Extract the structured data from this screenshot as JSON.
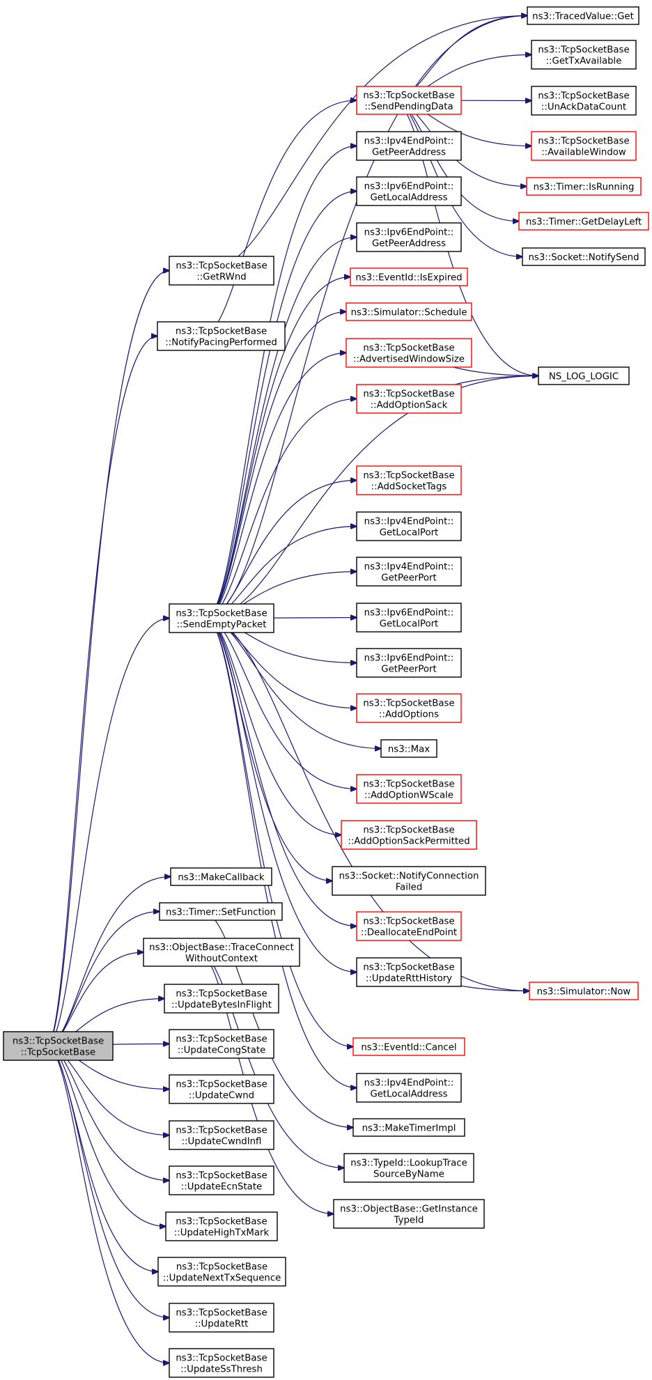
{
  "colors": {
    "edge": "#191970",
    "red_border": "#ff0000",
    "root_fill": "#bfbfbf"
  },
  "nodes": [
    {
      "id": "root",
      "lines": [
        "ns3::TcpSocketBase",
        "::TcpSocketBase"
      ],
      "style": "root"
    },
    {
      "id": "getrwnd",
      "lines": [
        "ns3::TcpSocketBase",
        "::GetRWnd"
      ],
      "style": "black"
    },
    {
      "id": "notifypacing",
      "lines": [
        "ns3::TcpSocketBase",
        "::NotifyPacingPerformed"
      ],
      "style": "black"
    },
    {
      "id": "sendempty",
      "lines": [
        "ns3::TcpSocketBase",
        "::SendEmptyPacket"
      ],
      "style": "black"
    },
    {
      "id": "makecallback",
      "lines": [
        "ns3::MakeCallback"
      ],
      "style": "black"
    },
    {
      "id": "timersetfunction",
      "lines": [
        "ns3::Timer::SetFunction"
      ],
      "style": "black"
    },
    {
      "id": "traceconnect",
      "lines": [
        "ns3::ObjectBase::TraceConnect",
        "WithoutContext"
      ],
      "style": "black"
    },
    {
      "id": "updatebytes",
      "lines": [
        "ns3::TcpSocketBase",
        "::UpdateBytesInFlight"
      ],
      "style": "black"
    },
    {
      "id": "updatecong",
      "lines": [
        "ns3::TcpSocketBase",
        "::UpdateCongState"
      ],
      "style": "black"
    },
    {
      "id": "updatecwnd",
      "lines": [
        "ns3::TcpSocketBase",
        "::UpdateCwnd"
      ],
      "style": "black"
    },
    {
      "id": "updatecwndinfl",
      "lines": [
        "ns3::TcpSocketBase",
        "::UpdateCwndInfl"
      ],
      "style": "black"
    },
    {
      "id": "updateecn",
      "lines": [
        "ns3::TcpSocketBase",
        "::UpdateEcnState"
      ],
      "style": "black"
    },
    {
      "id": "updatehightx",
      "lines": [
        "ns3::TcpSocketBase",
        "::UpdateHighTxMark"
      ],
      "style": "black"
    },
    {
      "id": "updatenexttx",
      "lines": [
        "ns3::TcpSocketBase",
        "::UpdateNextTxSequence"
      ],
      "style": "black"
    },
    {
      "id": "updatertt",
      "lines": [
        "ns3::TcpSocketBase",
        "::UpdateRtt"
      ],
      "style": "black"
    },
    {
      "id": "updatessthresh",
      "lines": [
        "ns3::TcpSocketBase",
        "::UpdateSsThresh"
      ],
      "style": "black"
    },
    {
      "id": "tracedvalueget",
      "lines": [
        "ns3::TracedValue::Get"
      ],
      "style": "black"
    },
    {
      "id": "sendpending",
      "lines": [
        "ns3::TcpSocketBase",
        "::SendPendingData"
      ],
      "style": "red"
    },
    {
      "id": "ipv4getpeeraddr",
      "lines": [
        "ns3::Ipv4EndPoint::",
        "GetPeerAddress"
      ],
      "style": "black"
    },
    {
      "id": "ipv6getlocaladdr",
      "lines": [
        "ns3::Ipv6EndPoint::",
        "GetLocalAddress"
      ],
      "style": "black"
    },
    {
      "id": "ipv6getpeeraddr",
      "lines": [
        "ns3::Ipv6EndPoint::",
        "GetPeerAddress"
      ],
      "style": "black"
    },
    {
      "id": "eventisexpired",
      "lines": [
        "ns3::EventId::IsExpired"
      ],
      "style": "red"
    },
    {
      "id": "simschedule",
      "lines": [
        "ns3::Simulator::Schedule"
      ],
      "style": "red"
    },
    {
      "id": "advwindow",
      "lines": [
        "ns3::TcpSocketBase",
        "::AdvertisedWindowSize"
      ],
      "style": "red"
    },
    {
      "id": "addoptionsack",
      "lines": [
        "ns3::TcpSocketBase",
        "::AddOptionSack"
      ],
      "style": "red"
    },
    {
      "id": "addsockettags",
      "lines": [
        "ns3::TcpSocketBase",
        "::AddSocketTags"
      ],
      "style": "red"
    },
    {
      "id": "ipv4getlocalport",
      "lines": [
        "ns3::Ipv4EndPoint::",
        "GetLocalPort"
      ],
      "style": "black"
    },
    {
      "id": "ipv4getpeerport",
      "lines": [
        "ns3::Ipv4EndPoint::",
        "GetPeerPort"
      ],
      "style": "black"
    },
    {
      "id": "ipv6getlocalport",
      "lines": [
        "ns3::Ipv6EndPoint::",
        "GetLocalPort"
      ],
      "style": "black"
    },
    {
      "id": "ipv6getpeerport",
      "lines": [
        "ns3::Ipv6EndPoint::",
        "GetPeerPort"
      ],
      "style": "black"
    },
    {
      "id": "addoptions",
      "lines": [
        "ns3::TcpSocketBase",
        "::AddOptions"
      ],
      "style": "red"
    },
    {
      "id": "max",
      "lines": [
        "ns3::Max"
      ],
      "style": "black"
    },
    {
      "id": "addoptionwscale",
      "lines": [
        "ns3::TcpSocketBase",
        "::AddOptionWScale"
      ],
      "style": "red"
    },
    {
      "id": "addoptionsackperm",
      "lines": [
        "ns3::TcpSocketBase",
        "::AddOptionSackPermitted"
      ],
      "style": "red"
    },
    {
      "id": "notifyconnfailed",
      "lines": [
        "ns3::Socket::NotifyConnection",
        "Failed"
      ],
      "style": "black"
    },
    {
      "id": "deallocate",
      "lines": [
        "ns3::TcpSocketBase",
        "::DeallocateEndPoint"
      ],
      "style": "red"
    },
    {
      "id": "updaterttHistory",
      "lines": [
        "ns3::TcpSocketBase",
        "::UpdateRttHistory"
      ],
      "style": "black"
    },
    {
      "id": "eventcancel",
      "lines": [
        "ns3::EventId::Cancel"
      ],
      "style": "red"
    },
    {
      "id": "ipv4getlocaladdr",
      "lines": [
        "ns3::Ipv4EndPoint::",
        "GetLocalAddress"
      ],
      "style": "black"
    },
    {
      "id": "maketimerimpl",
      "lines": [
        "ns3::MakeTimerImpl"
      ],
      "style": "black"
    },
    {
      "id": "lookuptrace",
      "lines": [
        "ns3::TypeId::LookupTrace",
        "SourceByName"
      ],
      "style": "black"
    },
    {
      "id": "getinstancetypeid",
      "lines": [
        "ns3::ObjectBase::GetInstance",
        "TypeId"
      ],
      "style": "black"
    },
    {
      "id": "gettxavailable",
      "lines": [
        "ns3::TcpSocketBase",
        "::GetTxAvailable"
      ],
      "style": "black"
    },
    {
      "id": "unackdatacount",
      "lines": [
        "ns3::TcpSocketBase",
        "::UnAckDataCount"
      ],
      "style": "black"
    },
    {
      "id": "availablewindow",
      "lines": [
        "ns3::TcpSocketBase",
        "::AvailableWindow"
      ],
      "style": "red"
    },
    {
      "id": "timerisrunning",
      "lines": [
        "ns3::Timer::IsRunning"
      ],
      "style": "red"
    },
    {
      "id": "timergetdelayleft",
      "lines": [
        "ns3::Timer::GetDelayLeft"
      ],
      "style": "red"
    },
    {
      "id": "socketnotifysend",
      "lines": [
        "ns3::Socket::NotifySend"
      ],
      "style": "black"
    },
    {
      "id": "nsloglogic",
      "lines": [
        "NS_LOG_LOGIC"
      ],
      "style": "black"
    },
    {
      "id": "simnow",
      "lines": [
        "ns3::Simulator::Now"
      ],
      "style": "red"
    }
  ],
  "edges": [
    [
      "root",
      "getrwnd"
    ],
    [
      "root",
      "notifypacing"
    ],
    [
      "root",
      "sendempty"
    ],
    [
      "root",
      "makecallback"
    ],
    [
      "root",
      "timersetfunction"
    ],
    [
      "root",
      "traceconnect"
    ],
    [
      "root",
      "updatebytes"
    ],
    [
      "root",
      "updatecong"
    ],
    [
      "root",
      "updatecwnd"
    ],
    [
      "root",
      "updatecwndinfl"
    ],
    [
      "root",
      "updateecn"
    ],
    [
      "root",
      "updatehightx"
    ],
    [
      "root",
      "updatenexttx"
    ],
    [
      "root",
      "updatertt"
    ],
    [
      "root",
      "updatessthresh"
    ],
    [
      "getrwnd",
      "tracedvalueget"
    ],
    [
      "notifypacing",
      "sendpending"
    ],
    [
      "sendempty",
      "tracedvalueget"
    ],
    [
      "sendempty",
      "ipv4getpeeraddr"
    ],
    [
      "sendempty",
      "ipv6getlocaladdr"
    ],
    [
      "sendempty",
      "ipv6getpeeraddr"
    ],
    [
      "sendempty",
      "eventisexpired"
    ],
    [
      "sendempty",
      "simschedule"
    ],
    [
      "sendempty",
      "advwindow"
    ],
    [
      "sendempty",
      "addoptionsack"
    ],
    [
      "sendempty",
      "nsloglogic"
    ],
    [
      "sendempty",
      "addsockettags"
    ],
    [
      "sendempty",
      "ipv4getlocalport"
    ],
    [
      "sendempty",
      "ipv4getpeerport"
    ],
    [
      "sendempty",
      "ipv6getlocalport"
    ],
    [
      "sendempty",
      "ipv6getpeerport"
    ],
    [
      "sendempty",
      "addoptions"
    ],
    [
      "sendempty",
      "max"
    ],
    [
      "sendempty",
      "addoptionwscale"
    ],
    [
      "sendempty",
      "addoptionsackperm"
    ],
    [
      "sendempty",
      "notifyconnfailed"
    ],
    [
      "sendempty",
      "deallocate"
    ],
    [
      "sendempty",
      "updaterttHistory"
    ],
    [
      "sendempty",
      "simnow"
    ],
    [
      "sendempty",
      "eventcancel"
    ],
    [
      "sendempty",
      "ipv4getlocaladdr"
    ],
    [
      "timersetfunction",
      "maketimerimpl"
    ],
    [
      "traceconnect",
      "lookuptrace"
    ],
    [
      "traceconnect",
      "getinstancetypeid"
    ],
    [
      "sendpending",
      "tracedvalueget"
    ],
    [
      "sendpending",
      "gettxavailable"
    ],
    [
      "sendpending",
      "unackdatacount"
    ],
    [
      "sendpending",
      "availablewindow"
    ],
    [
      "sendpending",
      "timerisrunning"
    ],
    [
      "sendpending",
      "timergetdelayleft"
    ],
    [
      "sendpending",
      "socketnotifysend"
    ],
    [
      "sendpending",
      "nsloglogic"
    ],
    [
      "advwindow",
      "nsloglogic"
    ],
    [
      "addoptionsack",
      "nsloglogic"
    ],
    [
      "updaterttHistory",
      "simnow"
    ]
  ]
}
